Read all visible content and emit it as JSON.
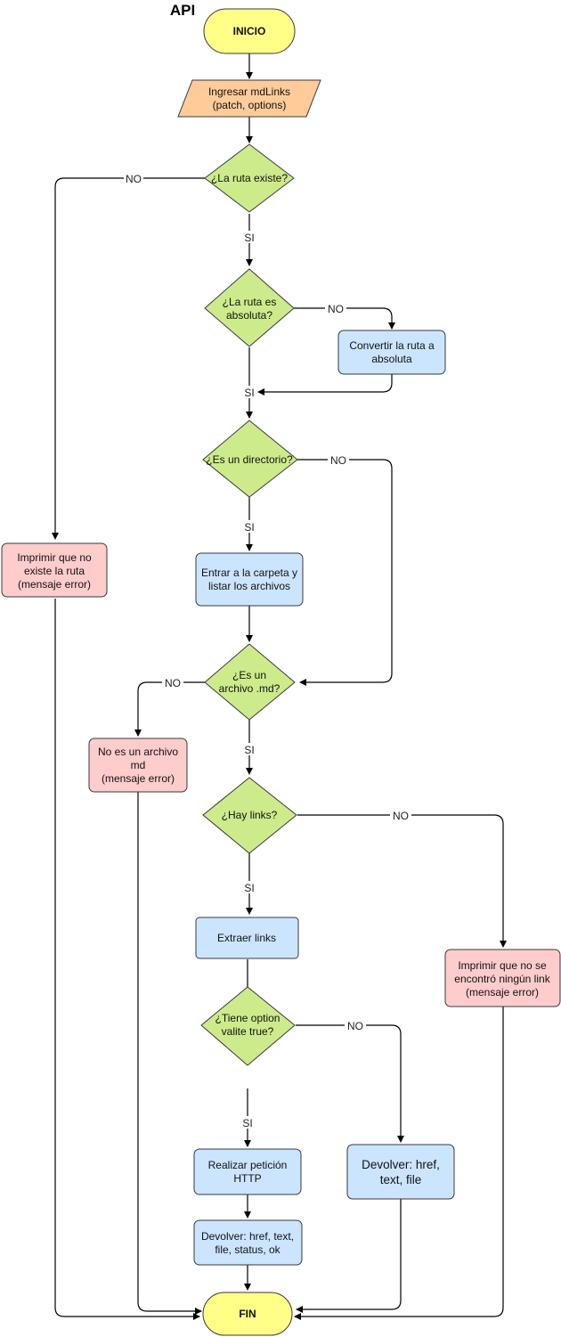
{
  "title": "API",
  "nodes": {
    "inicio": "INICIO",
    "ingresar": [
      "Ingresar mdLinks",
      "(patch, options)"
    ],
    "ruta_existe": [
      "¿La ruta existe?"
    ],
    "ruta_absoluta": [
      "¿La ruta es",
      "absoluta?"
    ],
    "convertir": [
      "Convertir la ruta a",
      "absoluta"
    ],
    "es_directorio": [
      "¿Es un directorio?"
    ],
    "entrar_carpeta": [
      "Entrar a la carpeta y",
      "listar los archivos"
    ],
    "es_md": [
      "¿Es un",
      "archivo .md?"
    ],
    "no_md": [
      "No es un archivo",
      "md",
      "(mensaje error)"
    ],
    "no_existe": [
      "Imprimir que no",
      "existe la ruta",
      "(mensaje error)"
    ],
    "hay_links": [
      "¿Hay links?"
    ],
    "extraer": [
      "Extraer links"
    ],
    "no_links": [
      "Imprimir que no se",
      "encontró ningún link",
      "(mensaje error)"
    ],
    "option_validate": [
      "¿Tiene option",
      "valite true?"
    ],
    "peticion": [
      "Realizar petición",
      "HTTP"
    ],
    "devolver_full": [
      "Devolver: href, text,",
      "file, status, ok"
    ],
    "devolver_basic": [
      "Devolver: href,",
      "text, file"
    ],
    "fin": "FIN"
  },
  "labels": {
    "yes": "SI",
    "no": "NO"
  },
  "colors": {
    "terminal_fill": "#ffff88",
    "terminal_stroke": "#36393d",
    "io_fill": "#ffcc99",
    "decision_fill": "#cdeb8b",
    "process_fill": "#cce5ff",
    "error_fill": "#ffcccc",
    "stroke": "#36393d"
  }
}
